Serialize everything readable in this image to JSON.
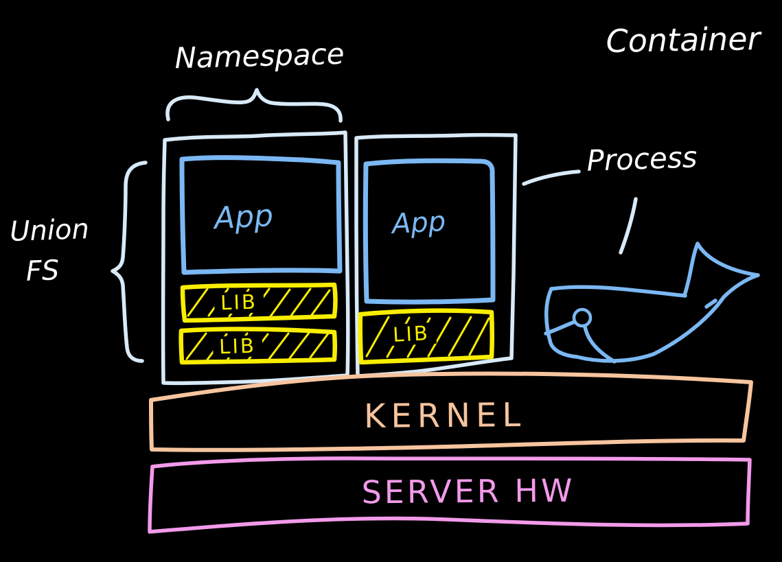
{
  "diagram": {
    "labels": {
      "namespace": "Namespace",
      "container": "Container",
      "union_fs_line1": "Union",
      "union_fs_line2": "FS",
      "process": "Process",
      "kernel": "KERNEL",
      "server_hw": "SERVER HW"
    },
    "containers": [
      {
        "app_label": "App",
        "lib_labels": [
          "LIB",
          "LIB"
        ]
      },
      {
        "app_label": "App",
        "lib_labels": [
          "LIB"
        ]
      }
    ],
    "icons": {
      "whale": "docker-whale"
    },
    "colors": {
      "background": "#000000",
      "ink_white": "#ffffff",
      "ink_pale_blue": "#d8e9f7",
      "ink_blue": "#7bb8f3",
      "ink_yellow": "#f8ee00",
      "ink_orange": "#f6c49e",
      "ink_pink": "#f29aea"
    }
  }
}
